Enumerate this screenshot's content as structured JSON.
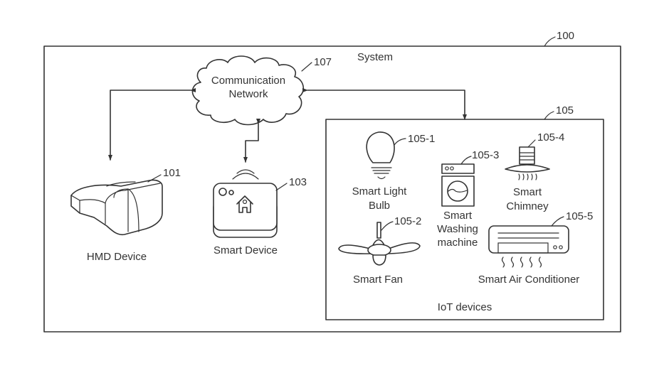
{
  "diagram": {
    "system": {
      "ref": "100",
      "label": "System"
    },
    "network": {
      "ref": "107",
      "label_line1": "Communication",
      "label_line2": "Network"
    },
    "hmd": {
      "ref": "101",
      "label": "HMD Device"
    },
    "smart_device": {
      "ref": "103",
      "label": "Smart Device"
    },
    "iot": {
      "ref": "105",
      "label": "IoT devices",
      "devices": [
        {
          "ref": "105-1",
          "label_line1": "Smart Light",
          "label_line2": "Bulb"
        },
        {
          "ref": "105-2",
          "label_line1": "Smart Fan"
        },
        {
          "ref": "105-3",
          "label_line1": "Smart",
          "label_line2": "Washing",
          "label_line3": "machine"
        },
        {
          "ref": "105-4",
          "label_line1": "Smart",
          "label_line2": "Chimney"
        },
        {
          "ref": "105-5",
          "label_line1": "Smart Air Conditioner"
        }
      ]
    }
  }
}
